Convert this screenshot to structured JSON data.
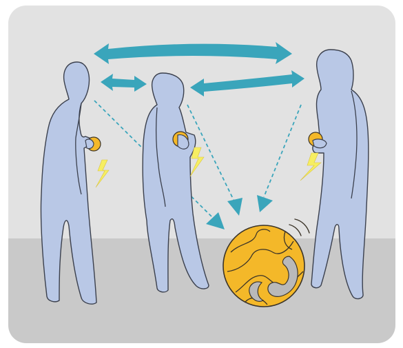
{
  "colors": {
    "wall": "#e2e2e2",
    "floor": "#c9c9c9",
    "person_fill": "#b9c8e6",
    "person_stroke": "#3a3f4c",
    "arrow": "#3aa5bb",
    "ball": "#f4b829",
    "ball_stroke": "#3a3328",
    "lightning": "#f6ee62"
  },
  "scene": {
    "people": [
      {
        "role": "person-left",
        "holds": "handheld-ball",
        "shows": "lightning-icon"
      },
      {
        "role": "person-center",
        "holds": "handheld-ball",
        "shows": "lightning-icon"
      },
      {
        "role": "person-right",
        "holds": "handheld-ball",
        "shows": "lightning-icon"
      }
    ],
    "connections": [
      {
        "type": "double-arrow",
        "between": [
          "person-left",
          "person-right"
        ]
      },
      {
        "type": "double-arrow",
        "between": [
          "person-left",
          "person-center"
        ]
      },
      {
        "type": "double-arrow",
        "between": [
          "person-center",
          "person-right"
        ]
      },
      {
        "type": "dashed-arrow",
        "from": "person-left",
        "to": "ball"
      },
      {
        "type": "dashed-arrow",
        "from": "person-center",
        "to": "ball"
      },
      {
        "type": "dashed-arrow",
        "from": "person-right",
        "to": "ball"
      }
    ],
    "object": {
      "name": "ball",
      "state": "moving"
    }
  }
}
